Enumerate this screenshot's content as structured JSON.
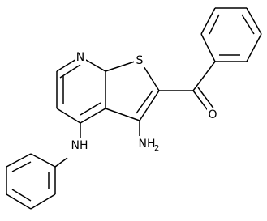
{
  "structure": {
    "atoms": {
      "pyridine_n": "N",
      "thiophene_s": "S",
      "carbonyl_o": "O",
      "amino_group": {
        "main": "NH",
        "subscript": "2"
      },
      "anilino_nh": "NH"
    }
  }
}
